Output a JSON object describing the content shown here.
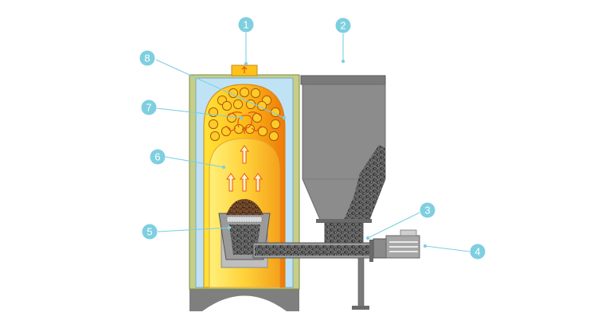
{
  "colors": {
    "callout": "#7ecfe0",
    "callout_line": "#7ecfe0",
    "outer_wall": "#c7cf86",
    "water_jacket": "#bfe3f5",
    "flame_hot": "#ffd21a",
    "flame_edge": "#ee7a0a",
    "hopper": "#8c8c8c",
    "hopper_dark": "#6f6f6f",
    "base": "#7f7f7f",
    "arrow": "#e8561b",
    "fuel": "#555555"
  },
  "callouts": [
    {
      "id": "1",
      "label": "1"
    },
    {
      "id": "2",
      "label": "2"
    },
    {
      "id": "3",
      "label": "3"
    },
    {
      "id": "4",
      "label": "4"
    },
    {
      "id": "5",
      "label": "5"
    },
    {
      "id": "6",
      "label": "6"
    },
    {
      "id": "7",
      "label": "7"
    },
    {
      "id": "8",
      "label": "8"
    }
  ]
}
